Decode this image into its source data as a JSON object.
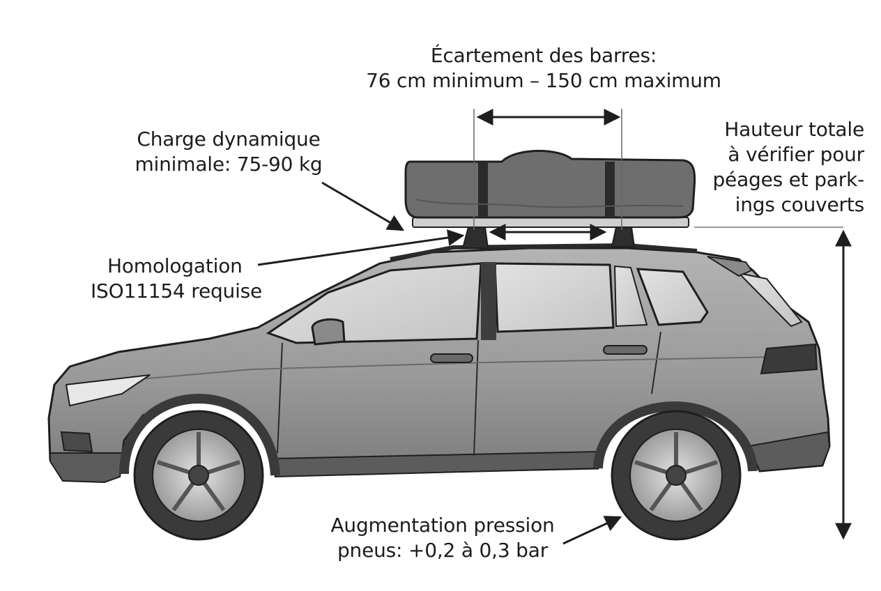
{
  "colors": {
    "body_light": "#a9a9a9",
    "body_mid": "#8e8e8e",
    "body_dark": "#5c5c5c",
    "glass": "#d6d6d6",
    "tire": "#3a3a3a",
    "outline": "#1e1e1e",
    "bag": "#6e6e6e"
  },
  "annotations": {
    "bar_spacing": {
      "line1": "Écartement des barres:",
      "line2": "76 cm minimum – 150 cm maximum"
    },
    "dynamic_load": {
      "line1": "Charge dynamique",
      "line2": "minimale: 75-90 kg"
    },
    "homologation": {
      "line1": "Homologation",
      "line2": "ISO11154 requise"
    },
    "total_height": {
      "line1": "Hauteur totale",
      "line2": "à vérifier pour",
      "line3": "péages et park-",
      "line4": "ings couverts"
    },
    "tire_pressure": {
      "line1": "Augmentation pression",
      "line2": "pneus: +0,2 à 0,3 bar"
    }
  },
  "icons": [
    "car-illustration",
    "roof-bag",
    "roof-bars",
    "dimension-arrow",
    "pointer-arrow",
    "wheel"
  ]
}
